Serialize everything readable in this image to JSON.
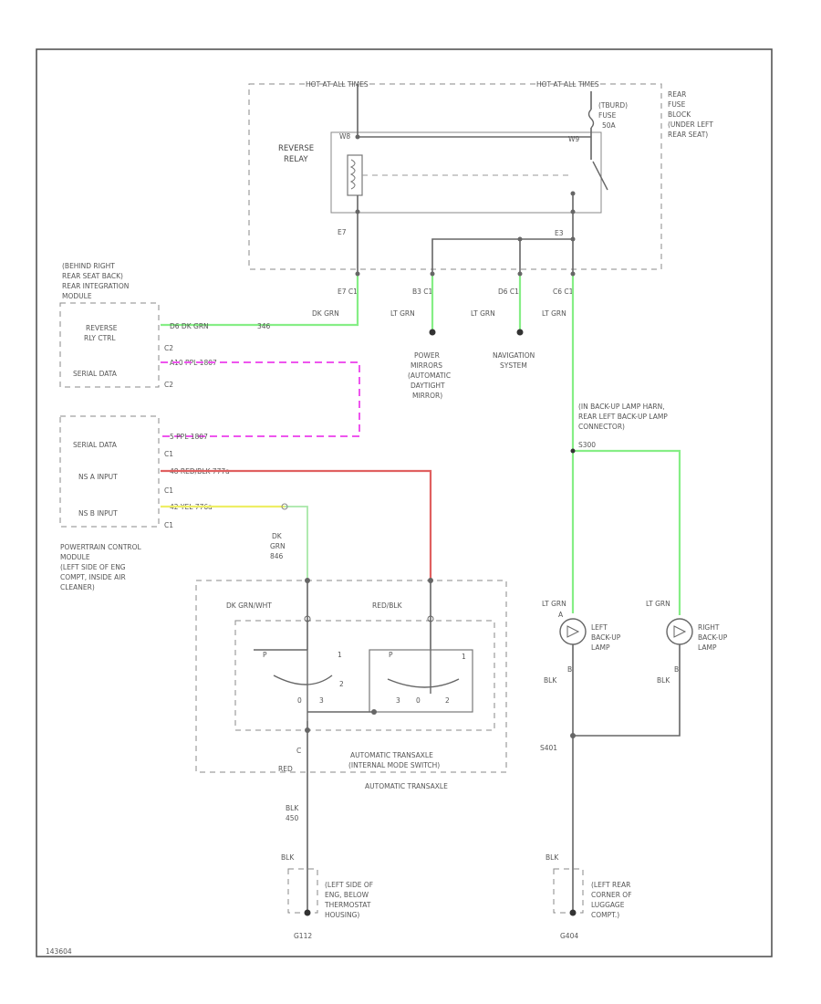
{
  "colors": {
    "green": "#86ee86",
    "pink": "#ee55ee",
    "red": "#e06060",
    "yellow": "#eeee66",
    "wire": "#666666"
  },
  "fuse_block": {
    "hot_left": "HOT AT ALL TIMES",
    "hot_right": "HOT AT ALL TIMES",
    "name_lines": [
      "REAR",
      "FUSE",
      "BLOCK",
      "(UNDER LEFT",
      "REAR SEAT)"
    ],
    "fuse_lines": [
      "(TBURD)",
      "FUSE"
    ],
    "fuse_id": "50A",
    "relay_lines": [
      "REVERSE",
      "RELAY"
    ],
    "pin_e7": "E7",
    "pin_e3": "E3",
    "pin_top_left": "W8",
    "pin_top_right": "W9"
  },
  "rim_module": {
    "lines": [
      "(BEHIND RIGHT",
      "REAR SEAT BACK)",
      "REAR INTEGRATION",
      "MODULE"
    ],
    "reverse_lines": [
      "REVERSE",
      "RLY CTRL"
    ],
    "serial": "SERIAL DATA",
    "conn_c2a": "C2",
    "conn_c2b": "C2",
    "wire_grn": "D6  DK GRN",
    "wire_grn_num": "346",
    "wire_ppl": "A10  PPL  1807"
  },
  "pcm": {
    "serial": "SERIAL DATA",
    "nsa": "NS A INPUT",
    "nsb": "NS B INPUT",
    "c1a": "C1",
    "c1b": "C1",
    "c1c": "C1",
    "name_lines": [
      "POWERTRAIN CONTROL",
      "MODULE",
      "(LEFT SIDE OF ENG",
      "COMPT, INSIDE AIR",
      "CLEANER)"
    ],
    "wire_ppl": "5  PPL  1807",
    "wire_red": "48  RED/BLK  777a",
    "wire_yel": "42  YEL  776a"
  },
  "labels": {
    "e7_c1": "E7  C1",
    "b3_c1": "B3  C1",
    "d6_c1": "D6  C1",
    "c6_c1": "C6  C1",
    "dk_grn": "DK GRN",
    "lt_grn_1": "LT GRN",
    "lt_grn_2": "LT GRN",
    "lt_grn_3": "LT GRN",
    "power_mirrors": [
      "POWER",
      "MIRRORS",
      "(AUTOMATIC",
      "DAYTIGHT",
      "MIRROR)"
    ],
    "navigation": [
      "NAVIGATION",
      "SYSTEM"
    ],
    "backup_conn": [
      "(IN BACK-UP LAMP HARN,",
      "REAR LEFT BACK-UP LAMP",
      "CONNECTOR)"
    ],
    "splice_s300": "S300",
    "dk_grn_stack": [
      "DK",
      "GRN",
      "846"
    ],
    "range_left": "DK GRN/WHT",
    "range_right": "RED/BLK",
    "switch_title": [
      "AUTOMATIC TRANSAXLE",
      "(INTERNAL MODE SWITCH)"
    ],
    "transaxle": "AUTOMATIC TRANSAXLE",
    "pin_c": "C",
    "red_lbl": "RED",
    "blk_450": [
      "BLK",
      "450"
    ],
    "blk_left": "BLK",
    "ground_left": [
      "(LEFT SIDE OF",
      "ENG, BELOW",
      "THERMOSTAT",
      "HOUSING)"
    ],
    "g112": "G112",
    "left_lamp": [
      "LEFT",
      "BACK-UP",
      "LAMP"
    ],
    "right_lamp": [
      "RIGHT",
      "BACK-UP",
      "LAMP"
    ],
    "lt_grn_left": "LT GRN",
    "lt_grn_right": "LT GRN",
    "blk_lamp_left": "BLK",
    "blk_lamp_right": "BLK",
    "lamp_pin_a": "A",
    "lamp_pin_b": "B",
    "s401": "S401",
    "blk_right": "BLK",
    "ground_right": [
      "(LEFT REAR",
      "CORNER OF",
      "LUGGAGE",
      "COMPT.)"
    ],
    "g404": "G404",
    "footer": "143604",
    "pos_1": "1",
    "pos_2": "2",
    "pos_3": "3",
    "pos_0": "0",
    "pos_p": "P"
  }
}
